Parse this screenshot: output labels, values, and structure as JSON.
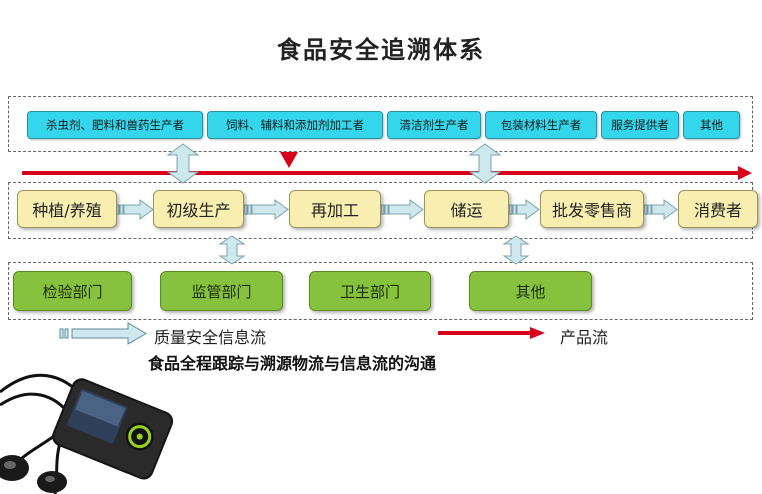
{
  "title": "食品安全追溯体系",
  "sources": [
    "杀虫剂、肥料和兽药生产者",
    "饲料、辅料和添加剂加工者",
    "清洁剂生产者",
    "包装材料生产者",
    "服务提供者",
    "其他"
  ],
  "chain": [
    "种植/养殖",
    "初级生产",
    "再加工",
    "储运",
    "批发零售商",
    "消费者"
  ],
  "regulators": [
    "检验部门",
    "监管部门",
    "卫生部门",
    "其他"
  ],
  "legend": {
    "info_flow": "质量安全信息流",
    "product_flow": "产品流"
  },
  "subtitle": "食品全程跟踪与溯源物流与信息流的沟通",
  "colors": {
    "source_fill": "#33d6ea",
    "chain_fill": "#f7eeb0",
    "regulator_fill": "#86c23d",
    "product_flow": "#d9001b",
    "info_arrow_fill": "#cfe8ee"
  }
}
